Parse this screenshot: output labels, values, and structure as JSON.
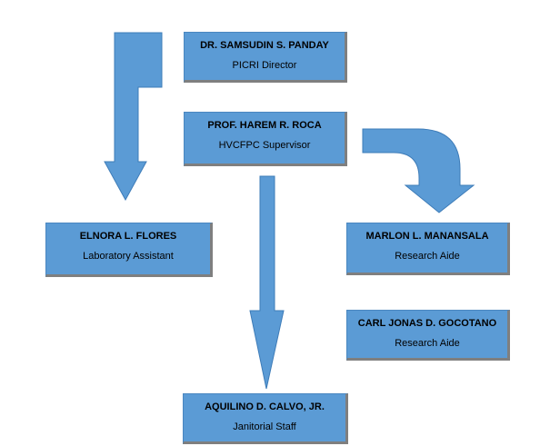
{
  "chart": {
    "nodes": [
      {
        "id": "director",
        "name": "DR. SAMSUDIN S. PANDAY",
        "role": "PICRI Director"
      },
      {
        "id": "supervisor",
        "name": "PROF. HAREM R. ROCA",
        "role": "HVCFPC Supervisor"
      },
      {
        "id": "lab_assistant",
        "name": "ELNORA L. FLORES",
        "role": "Laboratory Assistant"
      },
      {
        "id": "research_aide_1",
        "name": "MARLON L. MANANSALA",
        "role": "Research Aide"
      },
      {
        "id": "research_aide_2",
        "name": "CARL JONAS D. GOCOTANO",
        "role": "Research Aide"
      },
      {
        "id": "janitor",
        "name": "AQUILINO D. CALVO, JR.",
        "role": "Janitorial Staff"
      }
    ],
    "colors": {
      "box_fill": "#5b9bd5",
      "box_shadow": "#7f7f7f",
      "arrow_fill": "#5b9bd5"
    }
  }
}
